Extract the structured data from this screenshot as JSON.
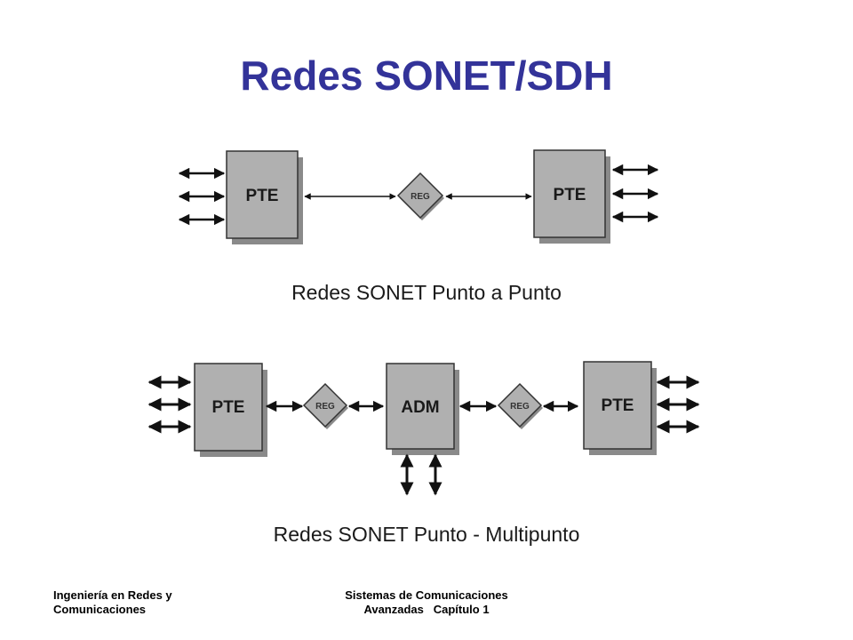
{
  "slide": {
    "title": "Redes SONET/SDH",
    "caption_point_to_point": "Redes SONET Punto a Punto",
    "caption_point_to_multipoint": "Redes SONET Punto - Multipunto"
  },
  "diagram_top": {
    "left_box": "PTE",
    "regenerator": "REG",
    "right_box": "PTE"
  },
  "diagram_bottom": {
    "left_box": "PTE",
    "regenerator_left": "REG",
    "center_box": "ADM",
    "regenerator_right": "REG",
    "right_box": "PTE"
  },
  "footer": {
    "left_line1": "Ingeniería en Redes y",
    "left_line2": "Comunicaciones",
    "center_line1": "Sistemas de Comunicaciones",
    "center_line2": "Avanzadas   Capítulo 1"
  },
  "colors": {
    "title": "#333399",
    "box_fill": "#b0b0b0",
    "shadow": "#8a8a8a"
  }
}
